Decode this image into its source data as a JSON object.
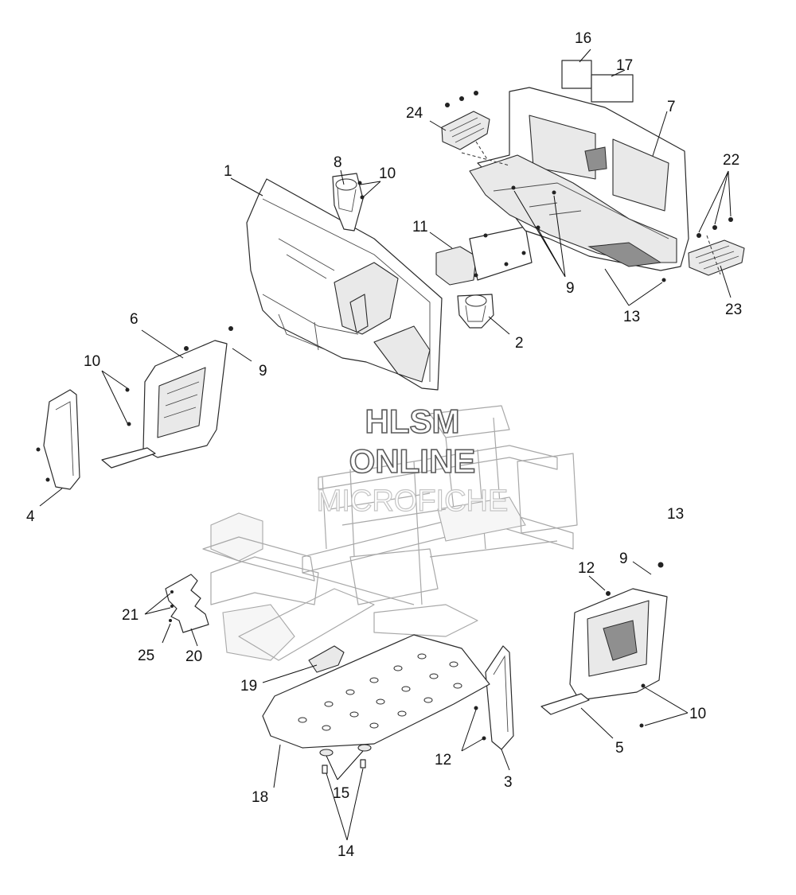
{
  "watermark": {
    "line1": "HLSM",
    "line2": "ONLINE",
    "line3": "MICROFICHE"
  },
  "callouts": {
    "c1": "1",
    "c2": "2",
    "c3": "3",
    "c4": "4",
    "c5": "5",
    "c6": "6",
    "c7": "7",
    "c8": "8",
    "c9a": "9",
    "c9b": "9",
    "c9c": "9",
    "c10a": "10",
    "c10b": "10",
    "c10c": "10",
    "c11": "11",
    "c12a": "12",
    "c12b": "12",
    "c13a": "13",
    "c13b": "13",
    "c14": "14",
    "c15": "15",
    "c16": "16",
    "c17": "17",
    "c18": "18",
    "c19": "19",
    "c20": "20",
    "c21": "21",
    "c22": "22",
    "c23": "23",
    "c24": "24",
    "c25": "25"
  },
  "colors": {
    "line": "#2a2a2a",
    "frame": "#a8a8a8",
    "background": "#ffffff"
  }
}
